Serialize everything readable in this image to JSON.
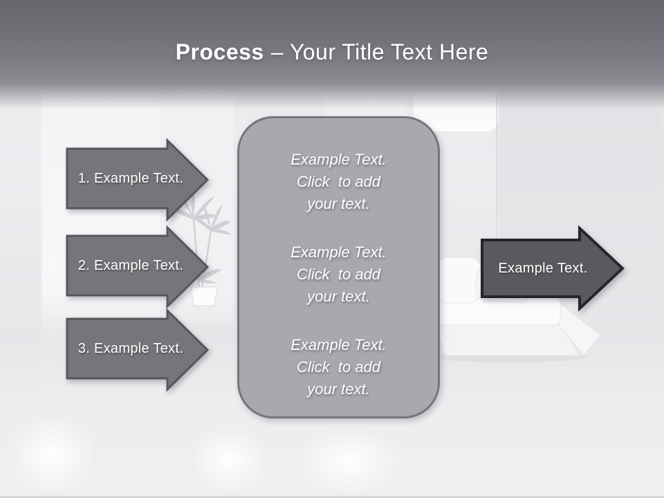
{
  "title": {
    "bold_part": "Process",
    "regular_part": "– Your Title Text Here"
  },
  "process_arrows": [
    {
      "label": "1. Example Text."
    },
    {
      "label": "2. Example Text."
    },
    {
      "label": "3. Example Text."
    }
  ],
  "center_panel": {
    "text_blocks": [
      "Example Text.\nClick  to add\nyour text.",
      "Example Text.\nClick  to add\nyour text.",
      "Example Text.\nClick  to add\nyour text."
    ]
  },
  "output_arrow": {
    "label": "Example Text."
  },
  "colors": {
    "header_top": "#66666c",
    "header_mid": "#7b7b82",
    "header_fade": "#8c8c93",
    "arrow_fill": "#76767a",
    "arrow_border": "#56565b",
    "output_arrow_fill": "#5a5a5e",
    "output_arrow_border": "#26262a",
    "panel_fill": "#a8a8ae",
    "panel_border": "#75757a",
    "text_white": "#ffffff"
  },
  "background": {
    "scene": "bright-living-room"
  }
}
